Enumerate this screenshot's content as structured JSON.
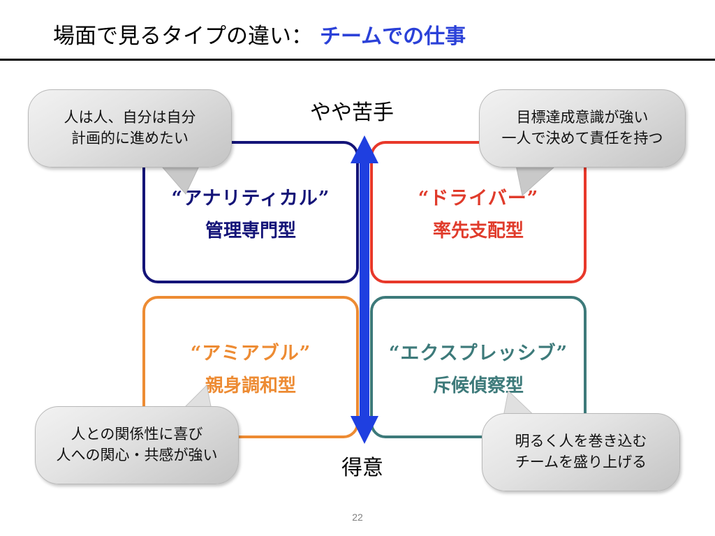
{
  "slide": {
    "title_main": "場面で見るタイプの違い：",
    "title_accent": "チームでの仕事",
    "title_accent_color": "#2b41d8",
    "page_number": "22"
  },
  "axis": {
    "top_label": "やや苦手",
    "bottom_label": "得意",
    "arrow_color": "#1f3fe0",
    "arrow_name": "vertical-double-arrow"
  },
  "quadrants": [
    {
      "position": "top-left",
      "name": "“アナリティカル”",
      "subtitle": "管理専門型",
      "color": "#141478"
    },
    {
      "position": "top-right",
      "name": "“ドライバー”",
      "subtitle": "率先支配型",
      "color": "#e8382a"
    },
    {
      "position": "bottom-left",
      "name": "“アミアブル”",
      "subtitle": "親身調和型",
      "color": "#ed8b33"
    },
    {
      "position": "bottom-right",
      "name": "“エクスプレッシブ”",
      "subtitle": "斥候偵察型",
      "color": "#3d7a7a"
    }
  ],
  "callouts": [
    {
      "position": "top-left",
      "line1": "人は人、自分は自分",
      "line2": "計画的に進めたい"
    },
    {
      "position": "top-right",
      "line1": "目標達成意識が強い",
      "line2": "一人で決めて責任を持つ"
    },
    {
      "position": "bottom-left",
      "line1": "人との関係性に喜び",
      "line2": "人への関心・共感が強い"
    },
    {
      "position": "bottom-right",
      "line1": "明るく人を巻き込む",
      "line2": "チームを盛り上げる"
    }
  ]
}
